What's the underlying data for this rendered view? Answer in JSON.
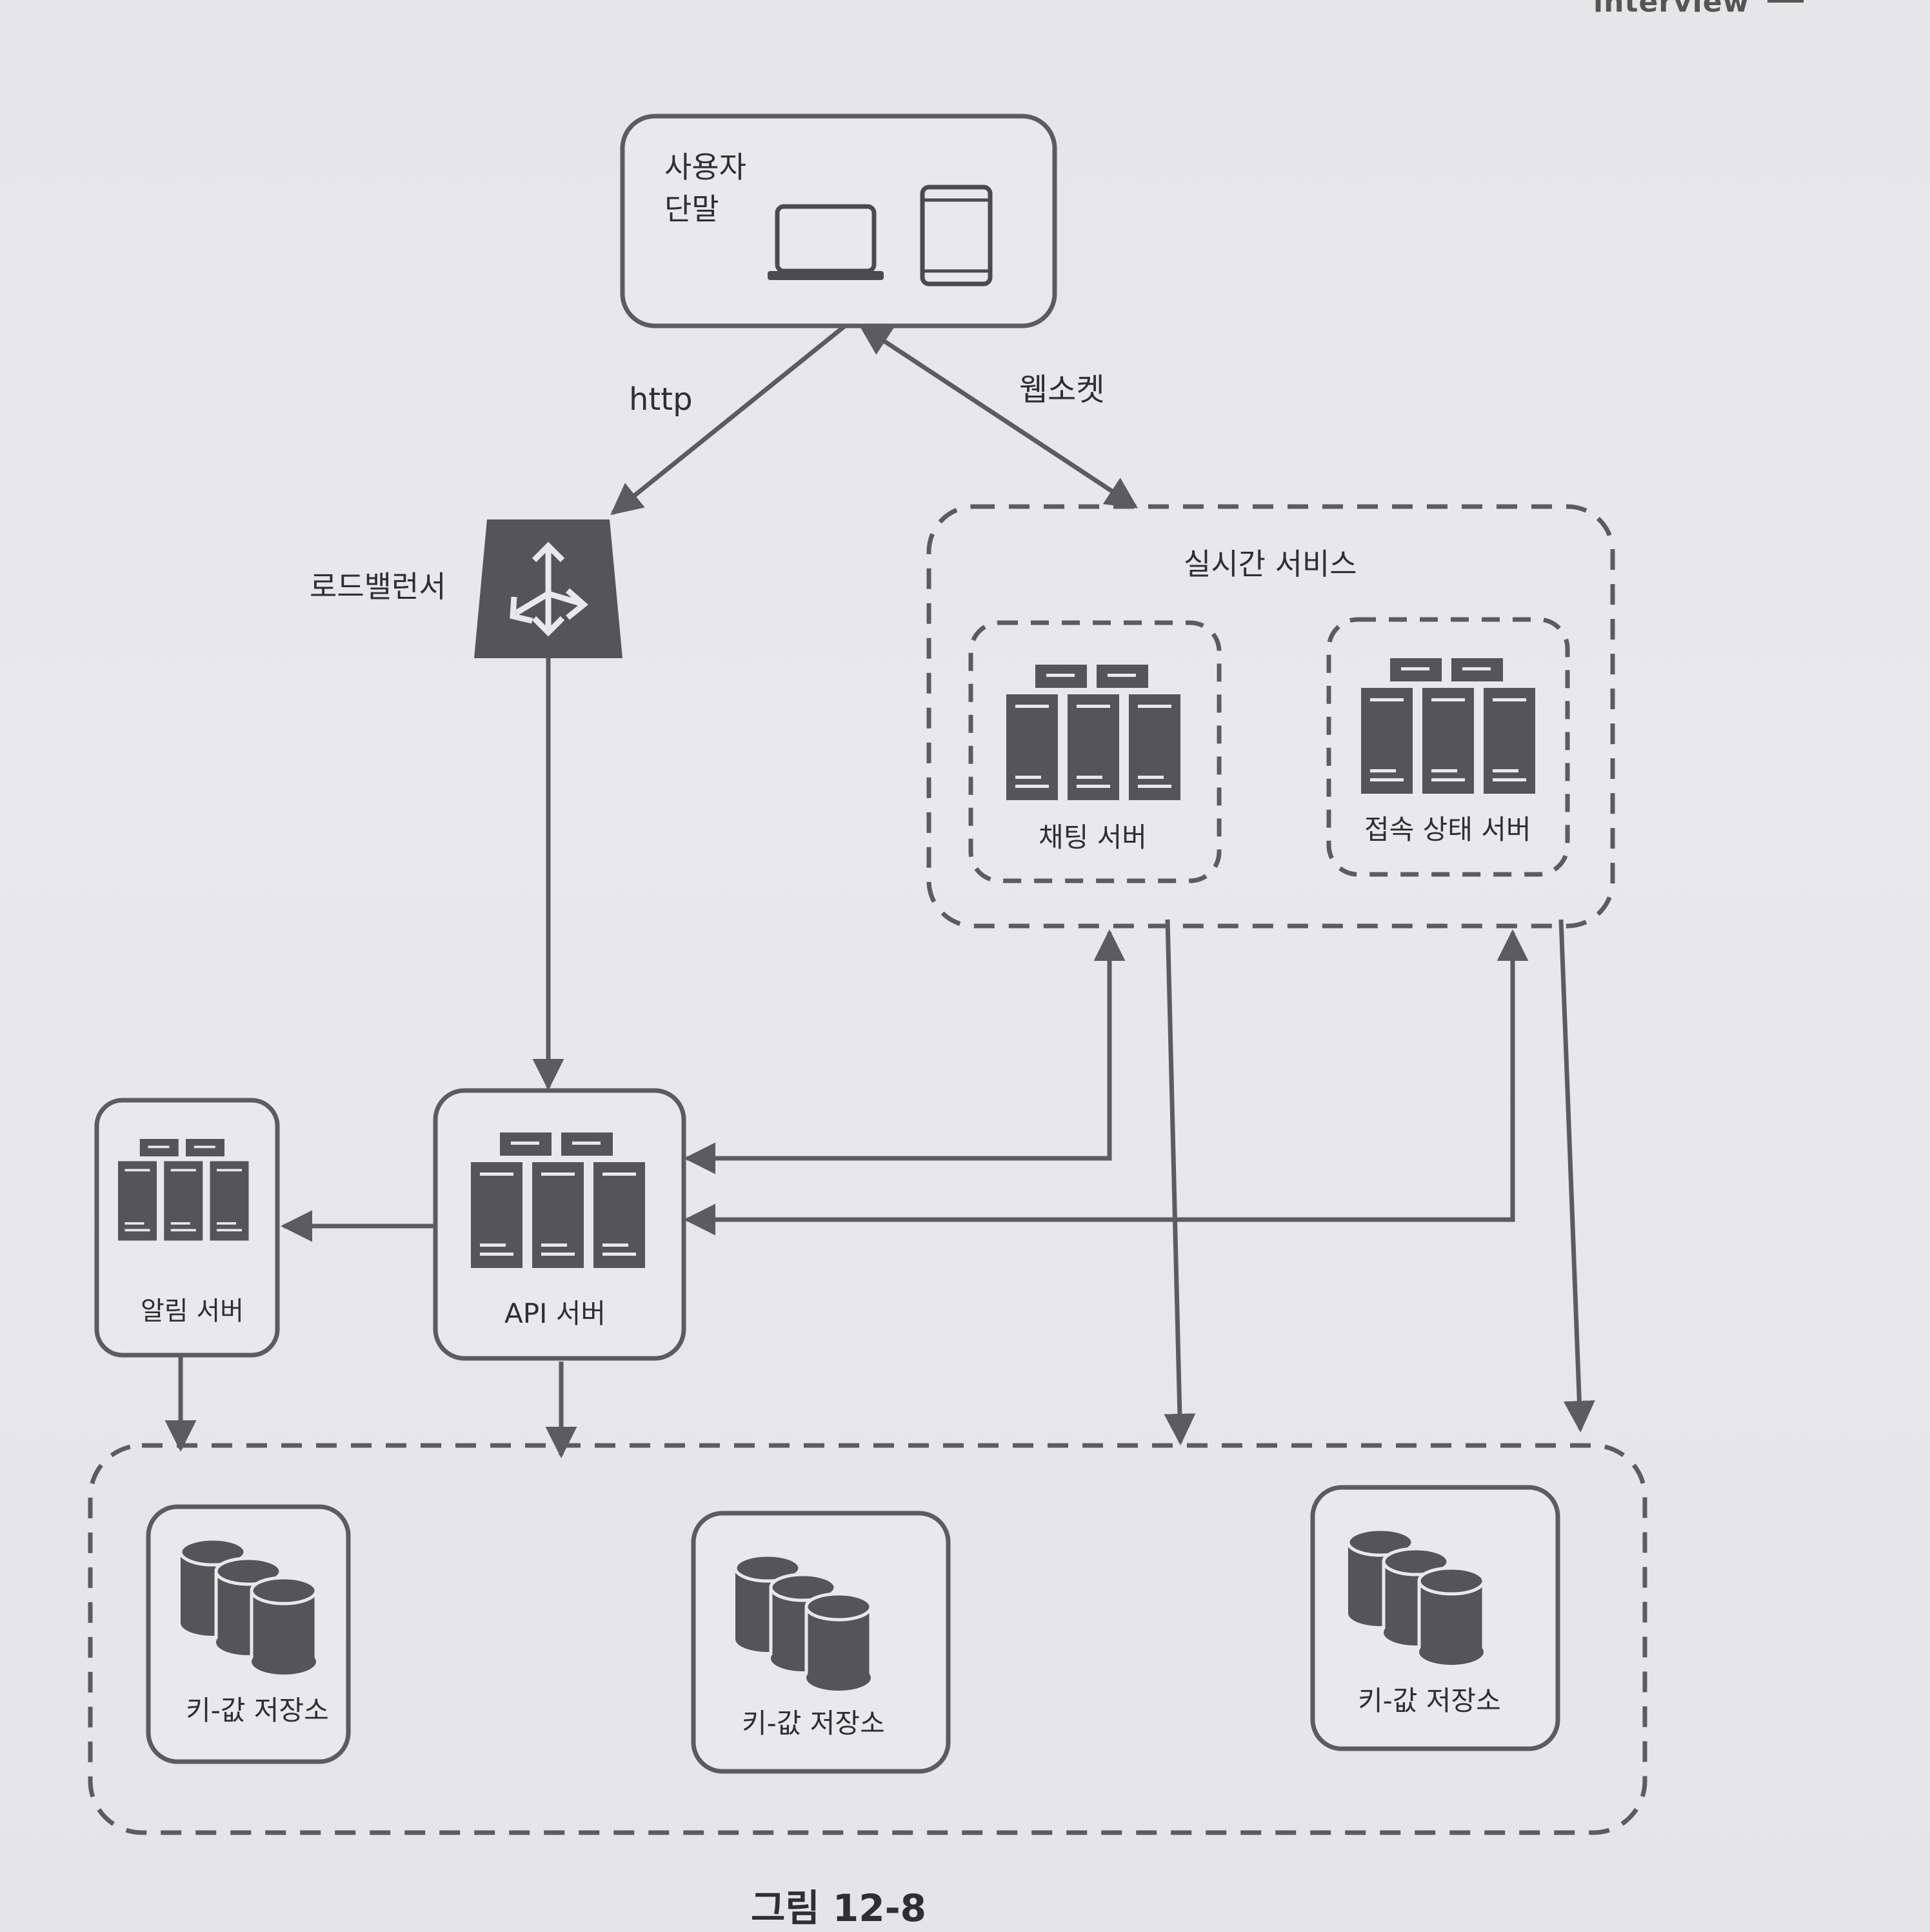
{
  "header": {
    "running_title": "interview"
  },
  "nodes": {
    "user_terminal": {
      "label_line1": "사용자",
      "label_line2": "단말"
    },
    "load_balancer": {
      "label": "로드밸런서"
    },
    "realtime_service": {
      "label": "실시간 서비스"
    },
    "chat_server": {
      "label": "채팅 서버"
    },
    "presence_server": {
      "label": "접속 상태 서버"
    },
    "notification_server": {
      "label": "알림 서버"
    },
    "api_server": {
      "label": "API 서버"
    },
    "kv_store_1": {
      "label": "키-값 저장소"
    },
    "kv_store_2": {
      "label": "키-값 저장소"
    },
    "kv_store_3": {
      "label": "키-값 저장소"
    }
  },
  "edges": {
    "http": {
      "label": "http"
    },
    "websocket": {
      "label": "웹소켓"
    }
  },
  "caption": "그림 12-8",
  "colors": {
    "stroke": "#5b5b60",
    "icon_fill": "#545459",
    "box_fill": "#e9e9eb",
    "text": "#2f2f33"
  }
}
